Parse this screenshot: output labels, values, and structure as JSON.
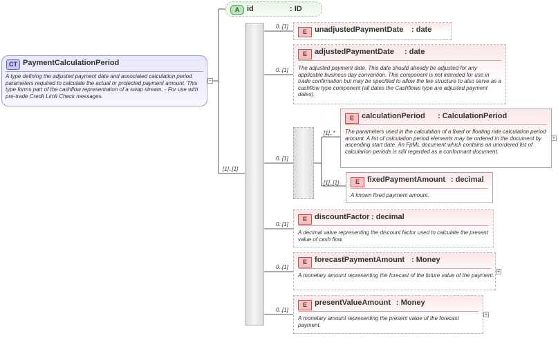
{
  "complex_type": {
    "badge": "CT",
    "name": "PaymentCalculationPeriod",
    "description": "A type defining the adjusted payment date and associated calculation period parameters required to calculate the actual or projected payment amount. This type forms part of the cashflow representation of a swap stream. - For use with pre-trade Credit Limit Check messages."
  },
  "attribute": {
    "badge": "A",
    "name": "id",
    "type": ": ID"
  },
  "sequence_cardinality": "[1]..[1]",
  "element_badge": "E",
  "elements": [
    {
      "name": "unadjustedPaymentDate",
      "type": ": date",
      "cardinality": "0..[1]",
      "description": ""
    },
    {
      "name": "adjustedPaymentDate",
      "type": ": date",
      "cardinality": "0..[1]",
      "description": "The adjusted payment date. This date should already be adjusted for any applicable business day convention. This component is not intended for use in trade confirmation but may be specified to allow the fee structure to also serve as a cashflow type component (all dates the Cashflows type are adjusted payment dates)."
    },
    {
      "name": "discountFactor",
      "type": ": decimal",
      "cardinality": "0..[1]",
      "description": "A decimal value representing the discount factor used to calculate the present value of cash flow."
    },
    {
      "name": "forecastPaymentAmount",
      "type": ": Money",
      "cardinality": "0..[1]",
      "description": "A monetary amount representing the forecast of the future value of the payment."
    },
    {
      "name": "presentValueAmount",
      "type": ": Money",
      "cardinality": "0..[1]",
      "description": "A monetary amount representing the present value of the forecast payment."
    }
  ],
  "choice": {
    "cardinality": "0..[1]",
    "elements": [
      {
        "name": "calculationPeriod",
        "type": ": CalculationPeriod",
        "cardinality": "[1]..*",
        "description": "The parameters used in the calculation of a fixed or floating rate calculation period amount. A list of calculation period elements may be ordered in the document by ascending start date. An FpML document which contains an unordered list of calcularion periods is still regarded as a conformant document."
      },
      {
        "name": "fixedPaymentAmount",
        "type": ": decimal",
        "cardinality": "[1]..[1]",
        "description": "A known fixed payment amount."
      }
    ]
  },
  "expand_symbol": "+",
  "collapse_symbol": "−"
}
